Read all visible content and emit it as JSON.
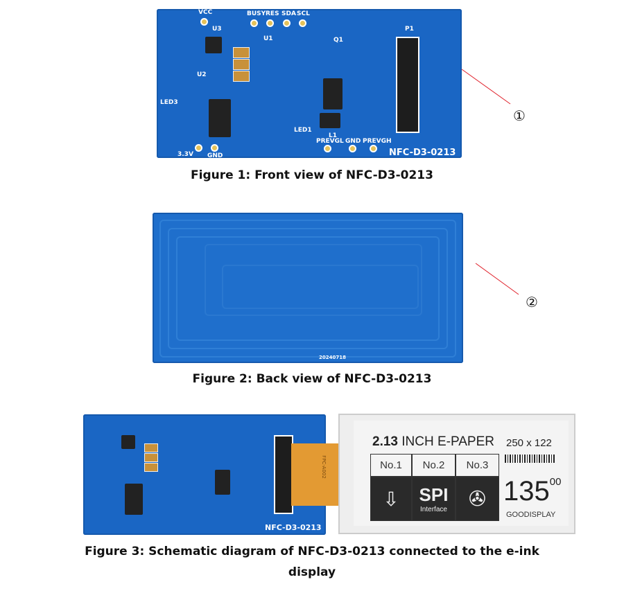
{
  "figure1": {
    "caption": "Figure 1: Front view of NFC-D3-0213",
    "marker": "①",
    "board_labels": [
      "VCC",
      "BUSY",
      "RES",
      "SDA",
      "SCL",
      "3.3V",
      "GND",
      "PREVGL",
      "GND",
      "PREVGH",
      "LED3",
      "LED1",
      "P1",
      "U1",
      "U2",
      "U3",
      "Q1",
      "L1",
      "NFC-D3-0213"
    ]
  },
  "figure2": {
    "caption": "Figure 2: Back view of NFC-D3-0213",
    "marker": "②",
    "board_date": "20240718"
  },
  "figure3": {
    "caption_line1": "Figure 3: Schematic diagram of NFC-D3-0213 connected to the e-ink",
    "caption_line2": "display",
    "board_label": "NFC-D3-0213",
    "fpc_label": "FPC-A002",
    "epaper": {
      "title_bold": "2.13",
      "title_rest": " INCH E-PAPER",
      "resolution": "250 x 122",
      "cells": [
        "No.1",
        "No.2",
        "No.3"
      ],
      "spi": "SPI",
      "spi_sub": "Interface",
      "price": "135",
      "price_cents": "00",
      "brand": "GOODISPLAY"
    }
  },
  "colors": {
    "pcb": "#1a66c4",
    "marker_line": "#e0202a"
  }
}
